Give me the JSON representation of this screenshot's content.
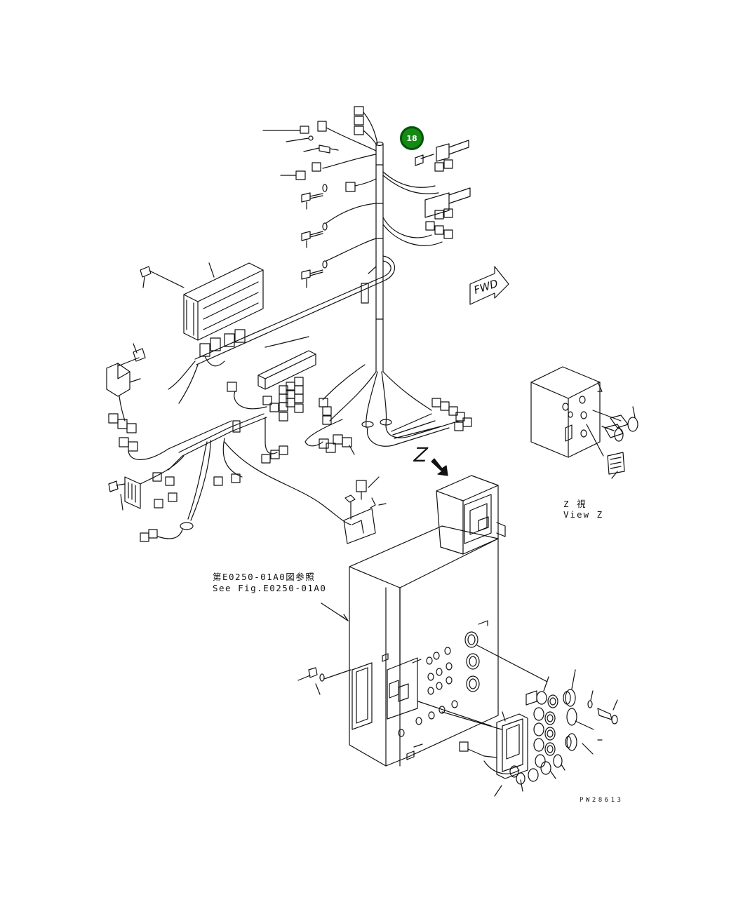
{
  "callout": {
    "number": "18",
    "color": "#138b13"
  },
  "reference": {
    "line1": "第E0250-01A0図参照",
    "line2": "See Fig.E0250-01A0"
  },
  "view": {
    "line1": "Z  視",
    "line2": "View Z"
  },
  "drawing_code": "PW28613",
  "fwd_label": "FWD",
  "z_marker": "Z"
}
